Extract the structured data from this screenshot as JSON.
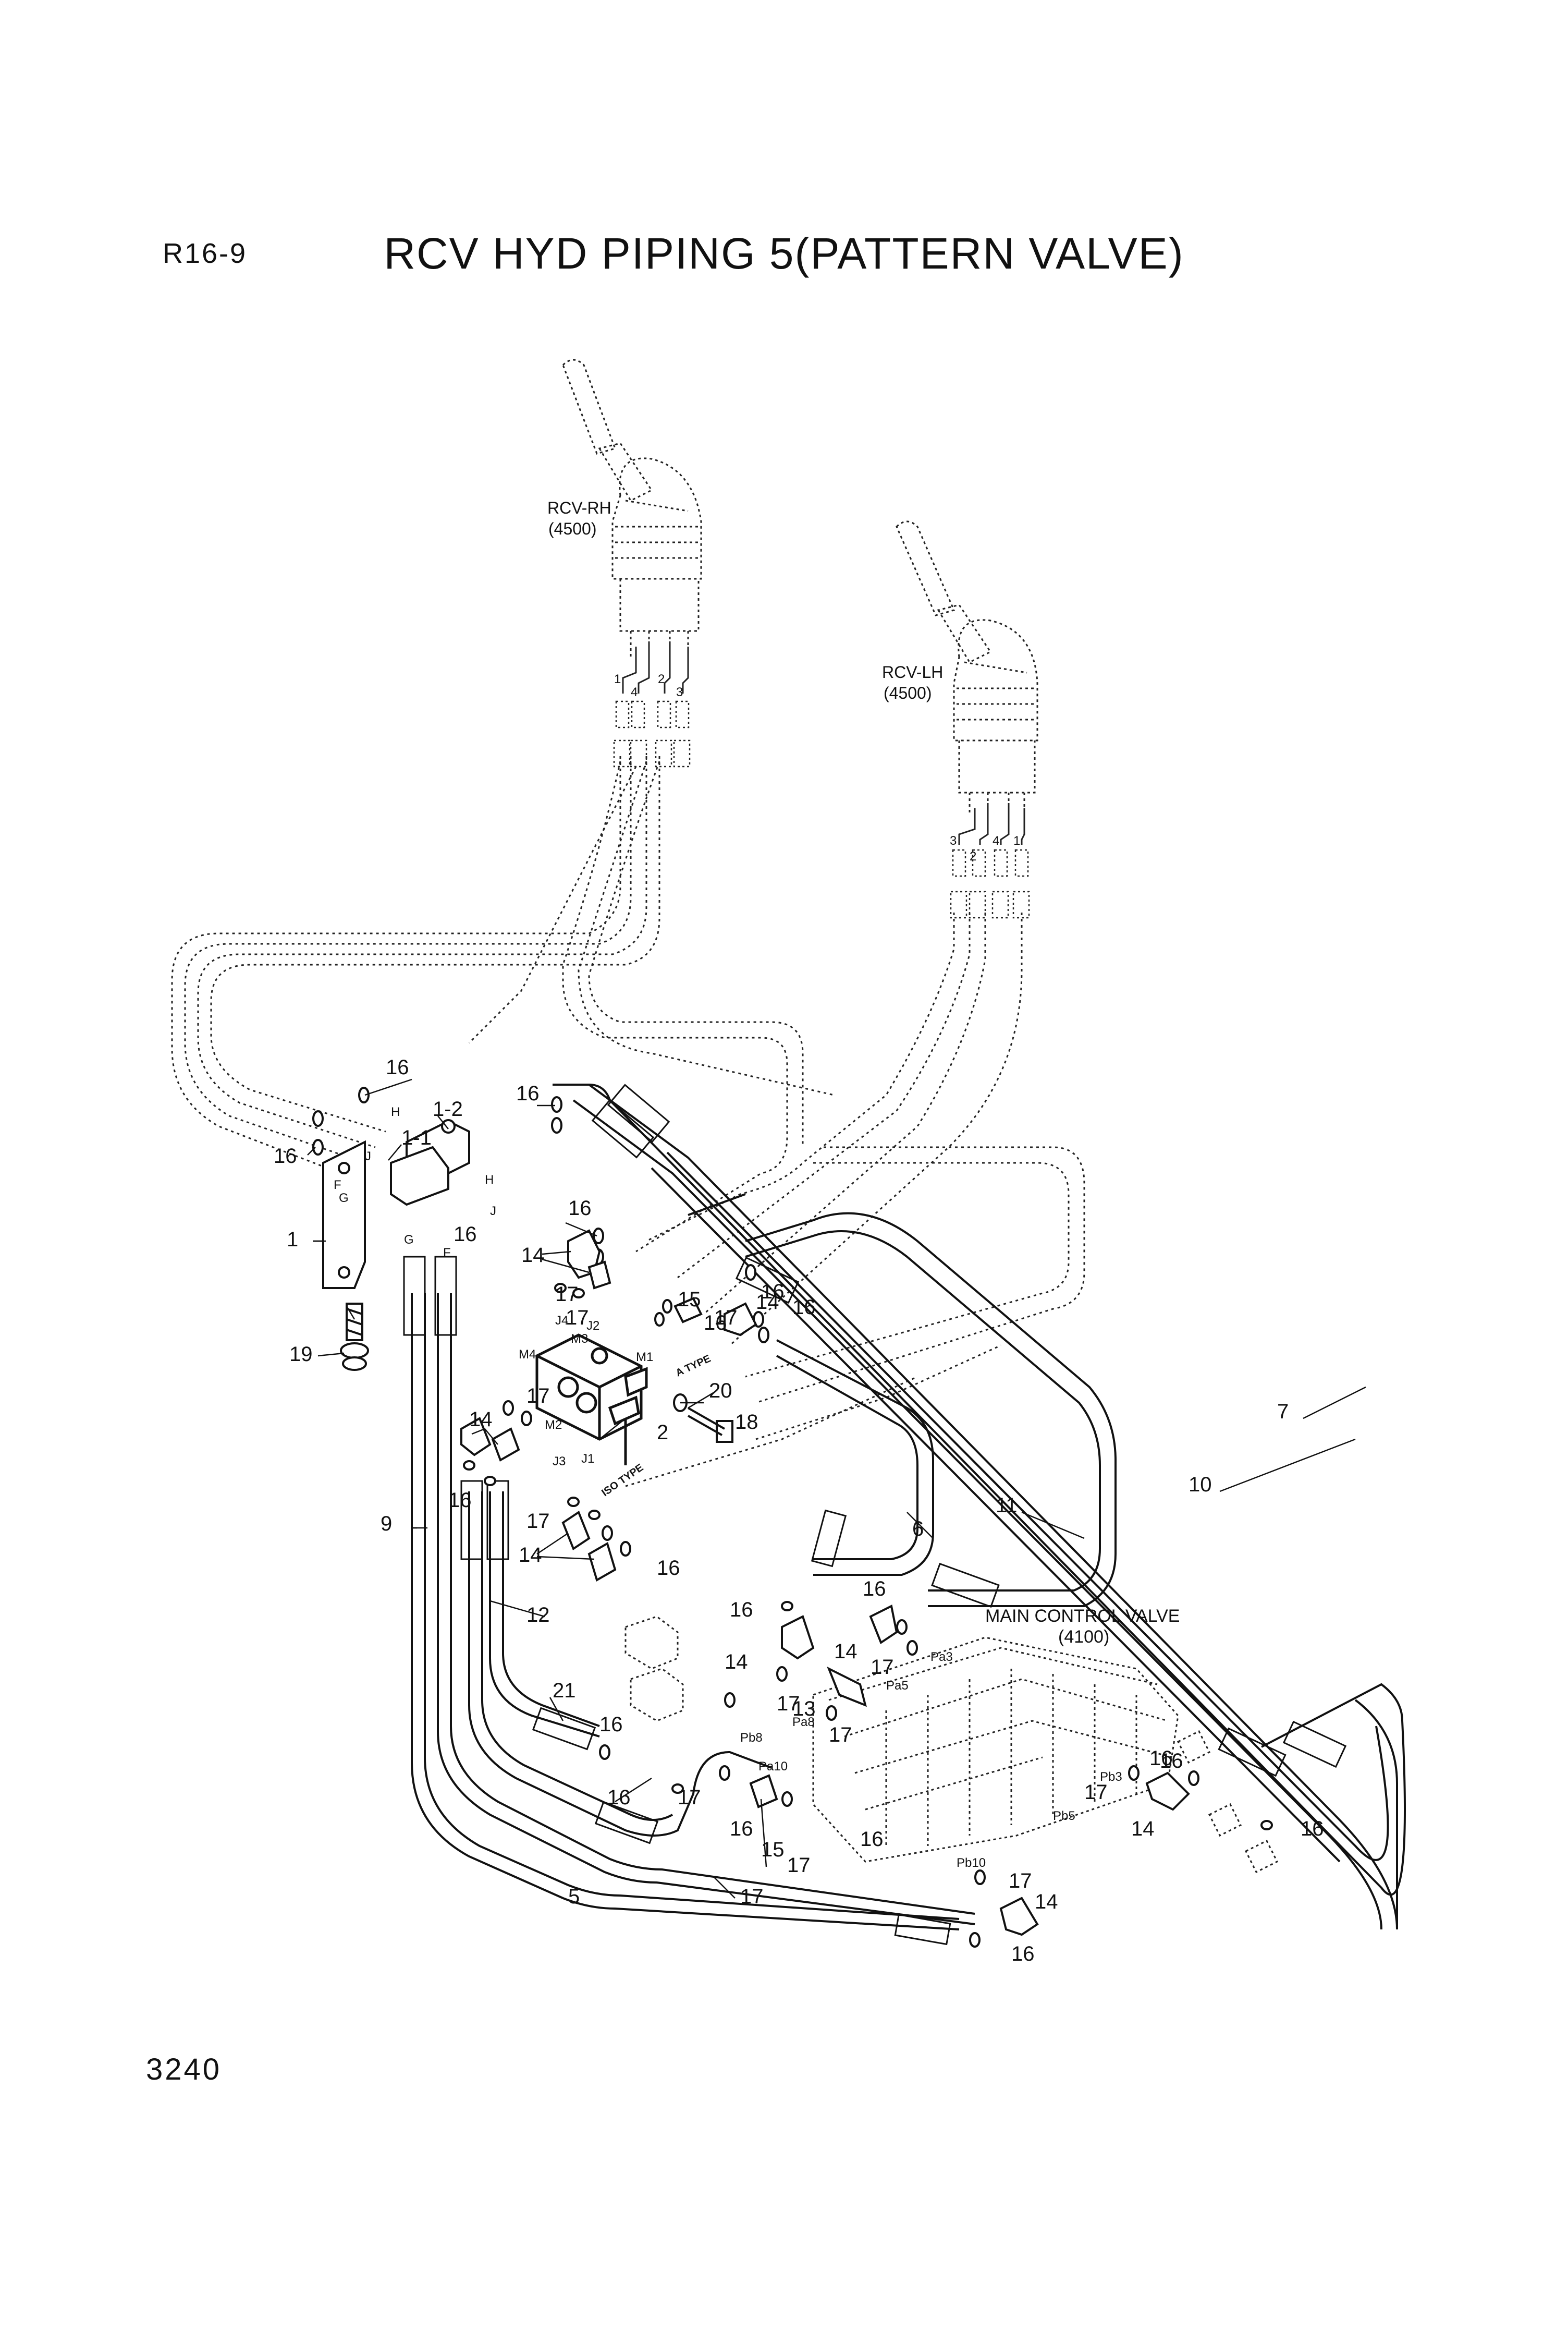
{
  "header": {
    "code": "R16-9",
    "title": "RCV HYD PIPING 5(PATTERN VALVE)"
  },
  "footer": {
    "page_number": "3240"
  },
  "components": {
    "rcv_rh": {
      "name": "RCV-RH",
      "ref": "(4500)"
    },
    "rcv_lh": {
      "name": "RCV-LH",
      "ref": "(4500)"
    },
    "main_control_valve": {
      "name": "MAIN CONTROL VALVE",
      "ref": "(4100)"
    },
    "block_notes": {
      "a_type": "A TYPE",
      "iso_type": "ISO TYPE"
    }
  },
  "rh_ports": [
    "1",
    "4",
    "2",
    "3"
  ],
  "lh_ports": [
    "3",
    "2",
    "4",
    "1"
  ],
  "callouts": [
    "16",
    "16",
    "16",
    "16",
    "16",
    "16",
    "16",
    "16",
    "16",
    "16",
    "16",
    "16",
    "16",
    "16",
    "16",
    "16",
    "16",
    "16",
    "16",
    "16",
    "1-2",
    "1-1",
    "1",
    "19",
    "2",
    "20",
    "18",
    "14",
    "14",
    "14",
    "14",
    "14",
    "14",
    "14",
    "14",
    "17",
    "17",
    "17",
    "17",
    "17",
    "17",
    "17",
    "17",
    "17",
    "17",
    "17",
    "17",
    "17",
    "15",
    "15",
    "13",
    "21",
    "12",
    "9",
    "5",
    "6",
    "11",
    "10",
    "7"
  ],
  "port_labels": [
    "H",
    "J",
    "F",
    "G",
    "H",
    "J",
    "F",
    "G",
    "J4",
    "J2",
    "M3",
    "M1",
    "M4",
    "M2",
    "J3",
    "J1",
    "Pa3",
    "Pa5",
    "Pa8",
    "Pb8",
    "Pa10",
    "Pb10",
    "Pb3",
    "Pb5"
  ]
}
